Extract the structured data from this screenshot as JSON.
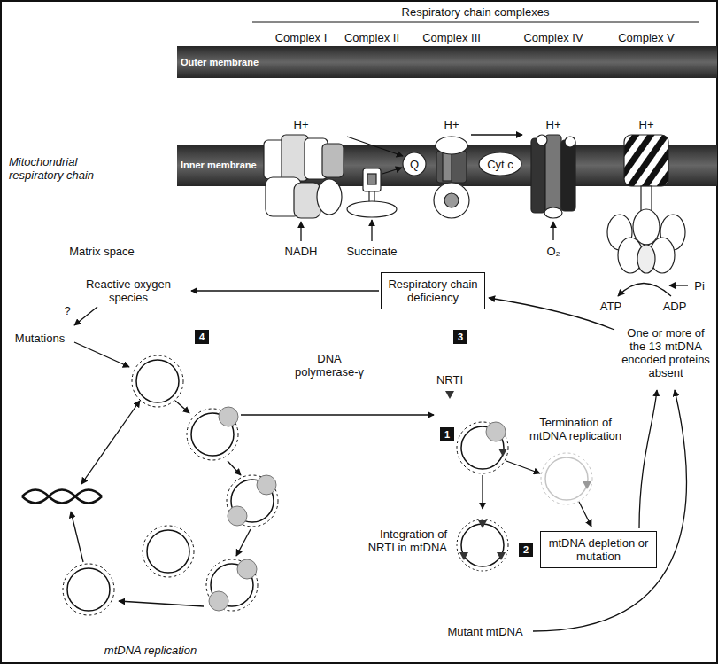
{
  "diagram": {
    "nodes": [
      {
        "text": [
          "Respiratory chain deficiency"
        ]
      },
      {
        "text": [
          "mtDNA depletion or mutation"
        ]
      }
    ],
    "labels": [
      "Respiratory chain complexes",
      "Complex I",
      "Complex II",
      "Complex III",
      "Complex IV",
      "Complex V",
      "Outer membrane",
      "H+",
      "H+",
      "H+",
      "H+",
      "Mitochondrial respiratory chain",
      "Inner membrane",
      "Q",
      "Cyt c",
      "Matrix space",
      "NADH",
      "Succinate",
      "O₂",
      "Pi",
      "ATP",
      "ADP",
      "Reactive oxygen species",
      "?",
      "Mutations",
      "4",
      "3",
      "One or more of the 13 mtDNA encoded proteins absent",
      "DNA polymerase-γ",
      "NRTI",
      "1",
      "Termination of mtDNA replication",
      "Integration of NRTI in mtDNA",
      "2",
      "Mutant mtDNA",
      "mtDNA replication"
    ]
  }
}
